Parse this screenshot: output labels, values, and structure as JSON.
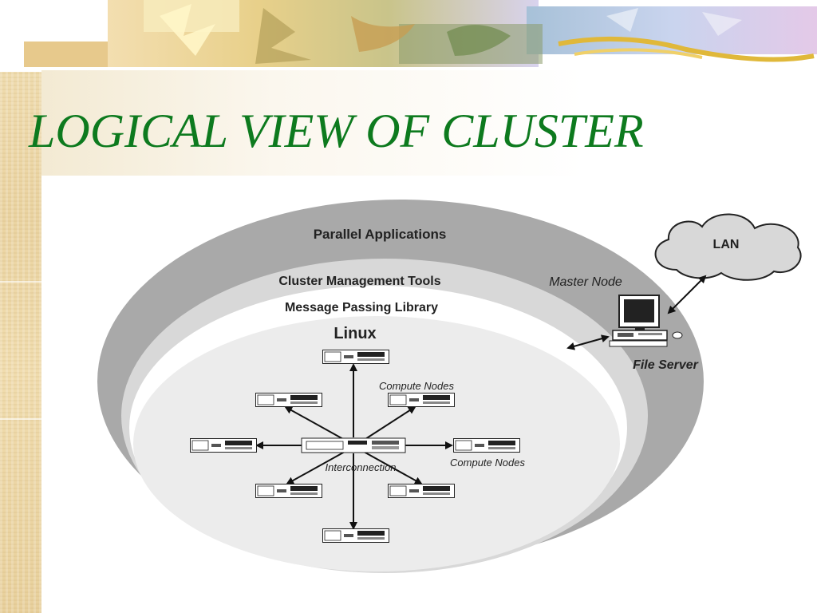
{
  "slide": {
    "title": "LOGICAL VIEW OF CLUSTER"
  },
  "diagram": {
    "layers": {
      "parallel_applications": "Parallel Applications",
      "cluster_management_tools": "Cluster Management Tools",
      "message_passing_library": "Message Passing Library",
      "os": "Linux"
    },
    "labels": {
      "compute_nodes_top": "Compute Nodes",
      "compute_nodes_right": "Compute Nodes",
      "interconnection": "Interconnection",
      "master_node": "Master Node",
      "file_server": "File Server",
      "lan": "LAN"
    },
    "icons": {
      "server": "server-node-icon",
      "switch": "network-switch-icon",
      "computer": "desktop-computer-icon",
      "cloud": "cloud-icon"
    },
    "colors": {
      "title": "#0d7a1e",
      "outer_ring": "#a9a9a9",
      "inner_ellipse": "#ececec"
    }
  }
}
